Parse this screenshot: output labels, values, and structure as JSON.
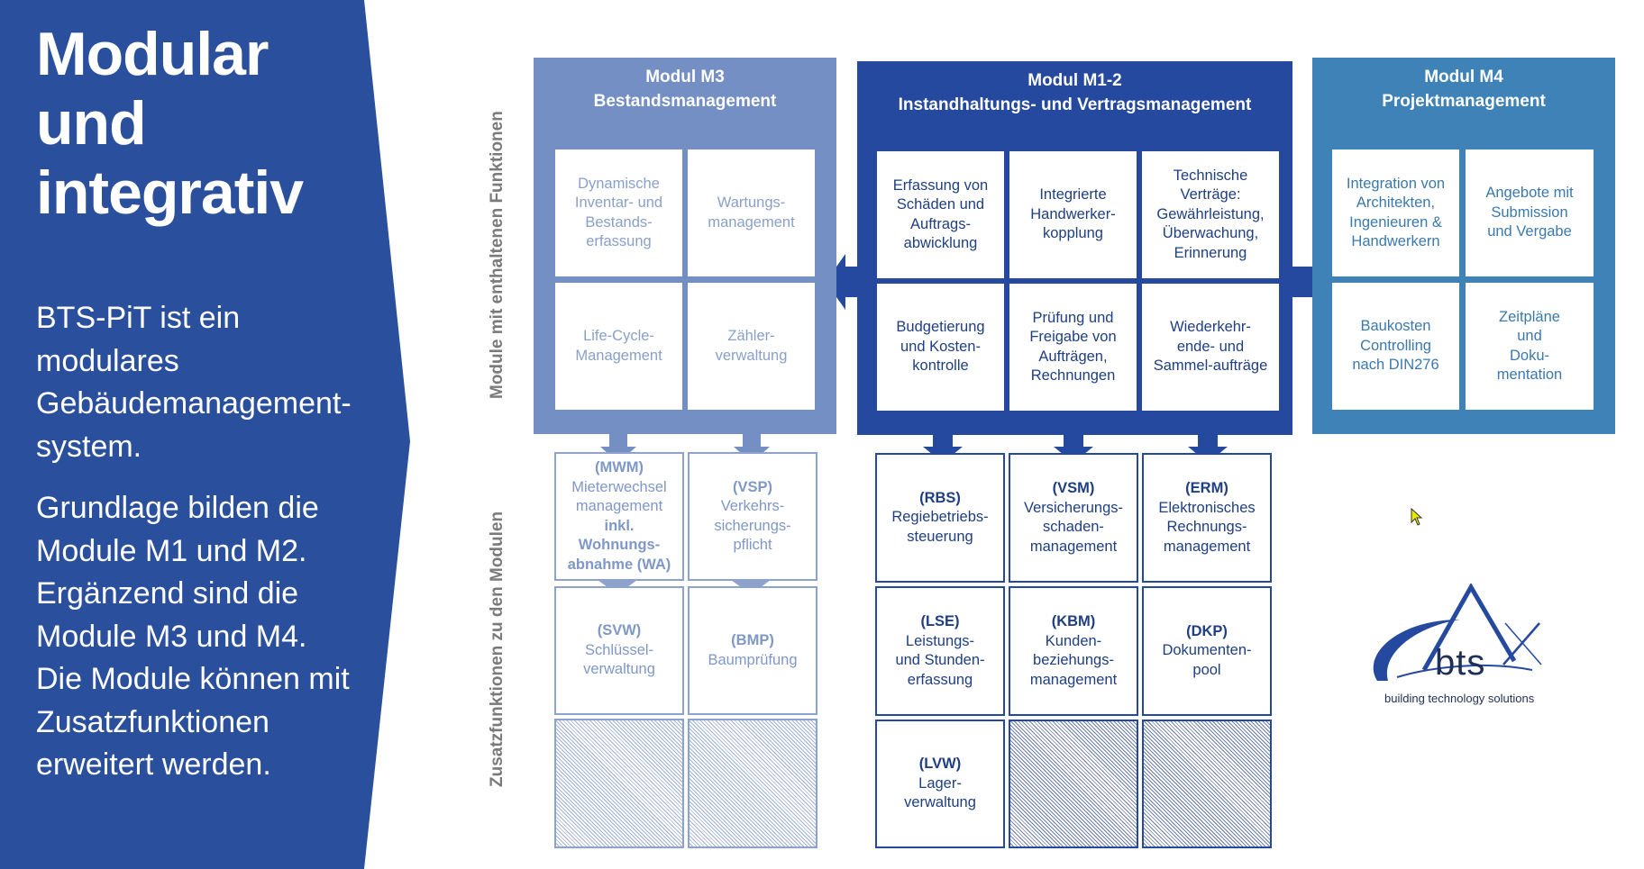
{
  "sidebar": {
    "title_lines": [
      "Modular",
      "und",
      "integrativ"
    ],
    "paragraph1_lines": [
      "BTS-PiT ist ein",
      "modulares",
      "Gebäudemanagement-",
      "system."
    ],
    "paragraph2_lines": [
      "Grundlage bilden die",
      "Module M1 und M2.",
      "Ergänzend sind die",
      "Module M3 und M4.",
      "Die Module können mit",
      "Zusatzfunktionen",
      "erweitert werden."
    ]
  },
  "labels": {
    "modules_vertical": "Module mit enthaltenen Funktionen",
    "addons_vertical": "Zusatzfunktionen zu den Modulen"
  },
  "modules": {
    "m3": {
      "title_lines": [
        "Modul M3",
        "Bestandsmanagement"
      ],
      "color": "#738fc3",
      "cells": [
        [
          "Dynamische",
          "Inventar- und",
          "Bestands-",
          "erfassung"
        ],
        [
          "Wartungs-",
          "management"
        ],
        [
          "Life-Cycle-",
          "Management"
        ],
        [
          "Zähler-",
          "verwaltung"
        ]
      ]
    },
    "m12": {
      "title_lines": [
        "Modul M1-2",
        "Instandhaltungs- und Vertragsmanagement"
      ],
      "color": "#25499e",
      "cells": [
        [
          "Erfassung von",
          "Schäden und",
          "Auftrags-",
          "abwicklung"
        ],
        [
          "Integrierte",
          "Handwerker-",
          "kopplung"
        ],
        [
          "Technische",
          "Verträge:",
          "Gewährleistung,",
          "Überwachung,",
          "Erinnerung"
        ],
        [
          "Budgetierung",
          "und Kosten-",
          "kontrolle"
        ],
        [
          "Prüfung und",
          "Freigabe von",
          "Aufträgen,",
          "Rechnungen"
        ],
        [
          "Wiederkehr-",
          "ende- und",
          "Sammel-aufträge"
        ]
      ]
    },
    "m4": {
      "title_lines": [
        "Modul M4",
        "Projektmanagement"
      ],
      "color": "#3e82b8",
      "cells": [
        [
          "Integration von",
          "Architekten,",
          "Ingenieuren &",
          "Handwerkern"
        ],
        [
          "Angebote mit",
          "Submission",
          "und Vergabe"
        ],
        [
          "Baukosten",
          "Controlling",
          "nach DIN276"
        ],
        [
          "Zeitpläne",
          "und",
          "Doku-",
          "mentation"
        ]
      ]
    }
  },
  "addons": {
    "m3": [
      {
        "code": "(MWM)",
        "lines": [
          "Mieterwechsel",
          "management"
        ],
        "bold_lines": [
          "inkl.",
          "Wohnungs-",
          "abnahme (WA)"
        ]
      },
      {
        "code": "(VSP)",
        "lines": [
          "Verkehrs-",
          "sicherungs-",
          "pflicht"
        ]
      },
      {
        "code": "(SVW)",
        "lines": [
          "Schlüssel-",
          "verwaltung"
        ]
      },
      {
        "code": "(BMP)",
        "lines": [
          "Baumprüfung"
        ]
      }
    ],
    "m12": [
      {
        "code": "(RBS)",
        "lines": [
          "Regiebetriebs-",
          "steuerung"
        ]
      },
      {
        "code": "(VSM)",
        "lines": [
          "Versicherungs-",
          "schaden-",
          "management"
        ]
      },
      {
        "code": "(ERM)",
        "lines": [
          "Elektronisches",
          "Rechnungs-",
          "management"
        ]
      },
      {
        "code": "(LSE)",
        "lines": [
          "Leistungs-",
          "und Stunden-",
          "erfassung"
        ]
      },
      {
        "code": "(KBM)",
        "lines": [
          "Kunden-",
          "beziehungs-",
          "management"
        ]
      },
      {
        "code": "(DKP)",
        "lines": [
          "Dokumenten-",
          "pool"
        ]
      },
      {
        "code": "(LVW)",
        "lines": [
          "Lager-",
          "verwaltung"
        ]
      }
    ]
  },
  "logo": {
    "text": "bts",
    "tagline": "building technology solutions",
    "color": "#25499e"
  },
  "colors": {
    "sidebar": "#2a4f9d",
    "label_gray": "#7a7a7a"
  }
}
